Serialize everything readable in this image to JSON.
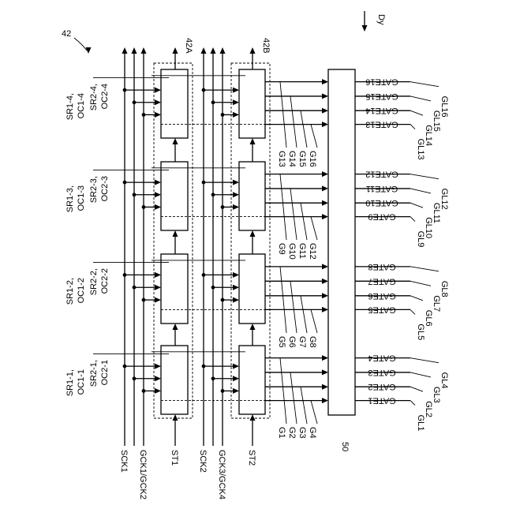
{
  "figure_ref": "42",
  "direction_label": "Dy",
  "group_labels": {
    "first": "42A",
    "second": "42B"
  },
  "driver_label": "50",
  "bottom_signals": [
    "SCK1",
    "GCK1/GCK2",
    "ST1",
    "SCK2",
    "GCK3/GCK4",
    "ST2"
  ],
  "gate_lines": [
    "G1",
    "G2",
    "G3",
    "G4",
    "G5",
    "G6",
    "G7",
    "G8",
    "G9",
    "G10",
    "G11",
    "G12",
    "G13",
    "G14",
    "G15",
    "G16"
  ],
  "stage_labels": [
    [
      "SR1-1,",
      "OC1-1"
    ],
    [
      "SR2-1,",
      "OC2-1"
    ],
    [
      "SR1-2,",
      "OC1-2"
    ],
    [
      "SR2-2,",
      "OC2-2"
    ],
    [
      "SR1-3,",
      "OC1-3"
    ],
    [
      "SR2-3,",
      "OC2-3"
    ],
    [
      "SR1-4,",
      "OC1-4"
    ],
    [
      "SR2-4,",
      "OC2-4"
    ]
  ],
  "gate_outputs": [
    "GATE1",
    "GATE2",
    "GATE3",
    "GATE4",
    "GATE5",
    "GATE6",
    "GATE7",
    "GATE8",
    "GATE9",
    "GATE10",
    "GATE11",
    "GATE12",
    "GATE13",
    "GATE14",
    "GATE15",
    "GATE16"
  ],
  "gl_labels": [
    "GL1",
    "GL2",
    "GL3",
    "GL4",
    "GL5",
    "GL6",
    "GL7",
    "GL8",
    "GL9",
    "GL10",
    "GL11",
    "GL12",
    "GL13",
    "GL14",
    "GL15",
    "GL16"
  ]
}
